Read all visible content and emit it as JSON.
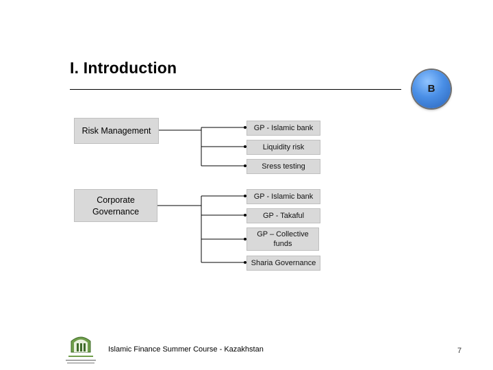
{
  "slide": {
    "title": "I. Introduction",
    "badge": "B",
    "footer": "Islamic Finance Summer Course - Kazakhstan",
    "page_number": "7"
  },
  "left_boxes": {
    "risk": "Risk Management",
    "corp_line1": "Corporate",
    "corp_line2": "Governance"
  },
  "right_boxes": {
    "r1": "GP - Islamic bank",
    "r2": "Liquidity risk",
    "r3": "Sress testing",
    "r4": "GP - Islamic bank",
    "r5": "GP - Takaful",
    "r6_line1": "GP – Collective",
    "r6_line2": "funds",
    "r7": "Sharia Governance"
  }
}
